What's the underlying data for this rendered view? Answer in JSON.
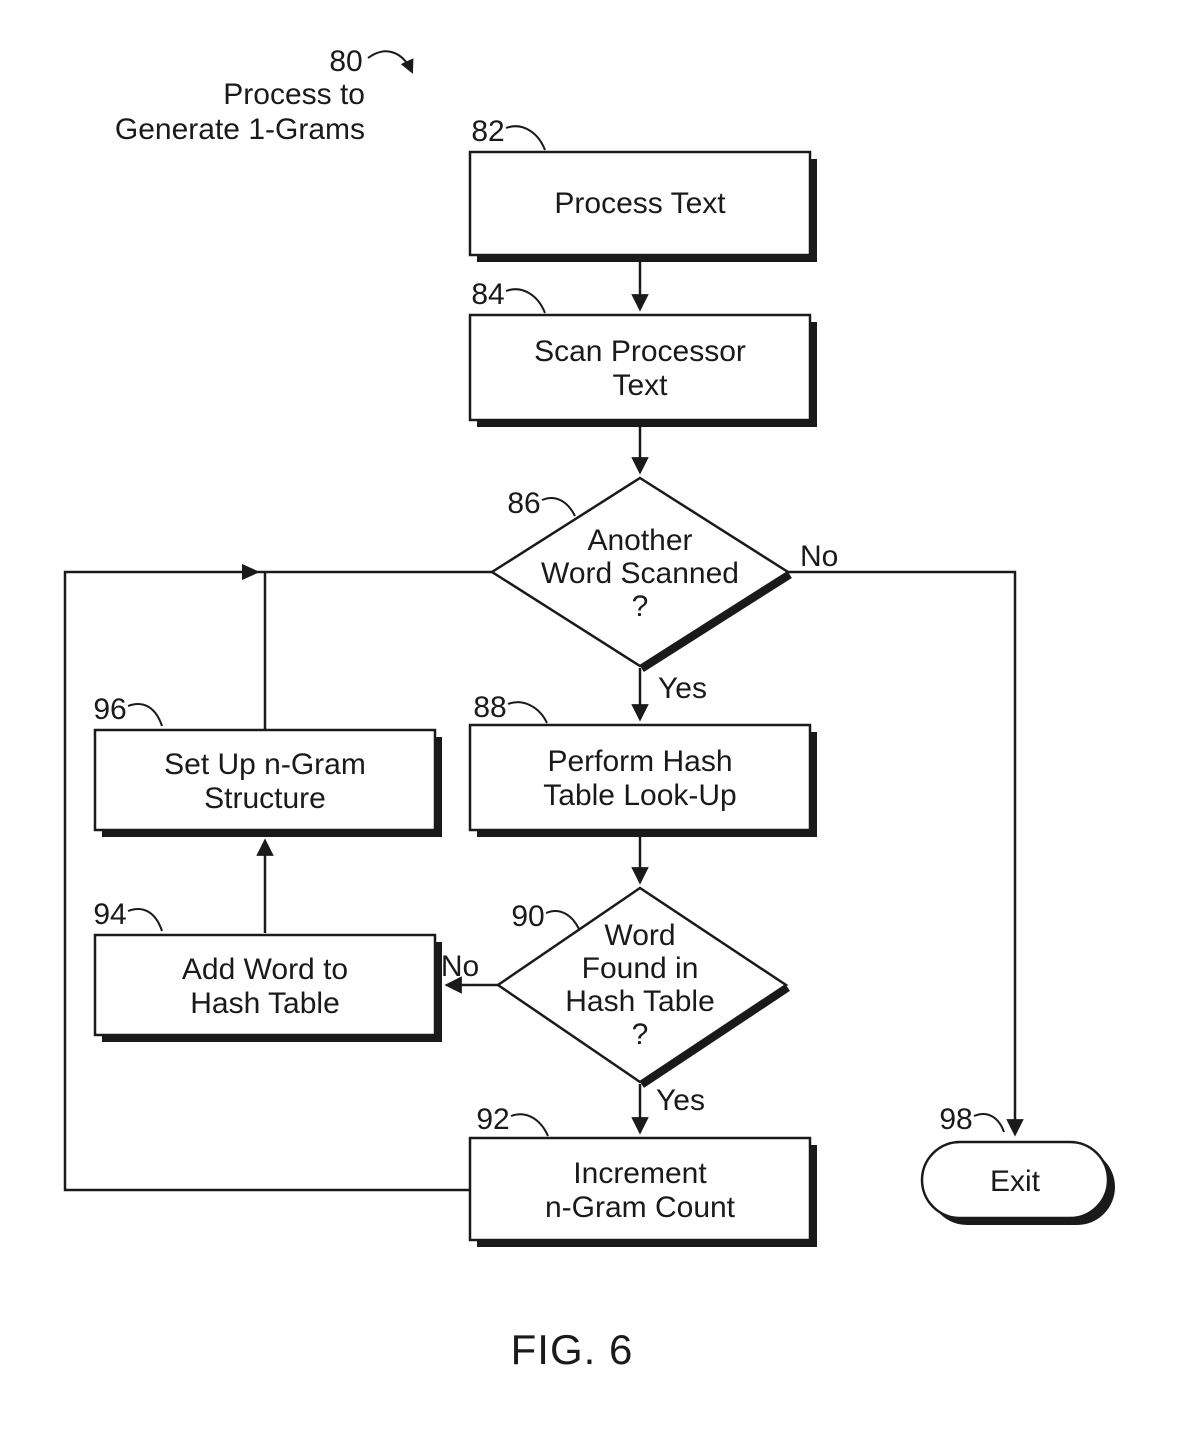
{
  "figure": {
    "caption": "FIG. 6",
    "title": {
      "ref": "80",
      "line1": "Process to",
      "line2": "Generate 1-Grams"
    }
  },
  "nodes": {
    "process_text": {
      "ref": "82",
      "lines": [
        "Process Text"
      ]
    },
    "scan_processor_text": {
      "ref": "84",
      "lines": [
        "Scan Processor",
        "Text"
      ]
    },
    "another_word_scanned": {
      "ref": "86",
      "lines": [
        "Another",
        "Word Scanned",
        "?"
      ]
    },
    "perform_hash_lookup": {
      "ref": "88",
      "lines": [
        "Perform Hash",
        "Table Look-Up"
      ]
    },
    "word_found_in_hash": {
      "ref": "90",
      "lines": [
        "Word",
        "Found in",
        "Hash Table",
        "?"
      ]
    },
    "increment_ngram_count": {
      "ref": "92",
      "lines": [
        "Increment",
        "n-Gram Count"
      ]
    },
    "add_word_to_hash": {
      "ref": "94",
      "lines": [
        "Add Word to",
        "Hash Table"
      ]
    },
    "setup_ngram_structure": {
      "ref": "96",
      "lines": [
        "Set Up n-Gram",
        "Structure"
      ]
    },
    "exit": {
      "ref": "98",
      "lines": [
        "Exit"
      ]
    }
  },
  "edge_labels": {
    "scanned_no": "No",
    "scanned_yes": "Yes",
    "found_no": "No",
    "found_yes": "Yes"
  },
  "colors": {
    "ink": "#1a1a1a",
    "paper": "#ffffff"
  }
}
